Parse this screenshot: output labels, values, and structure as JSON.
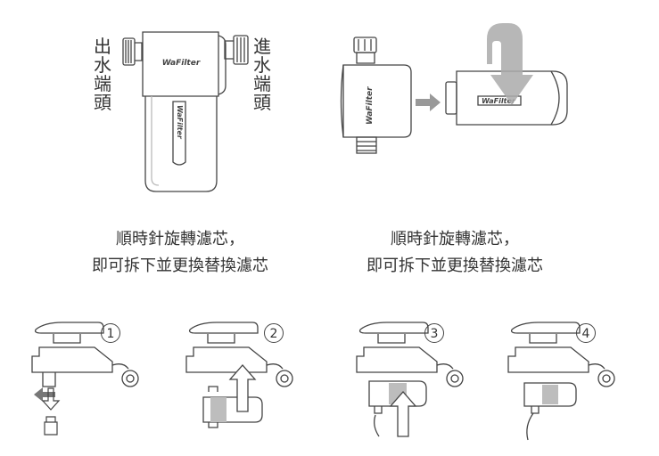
{
  "labels": {
    "outlet": [
      "出",
      "水",
      "端",
      "頭"
    ],
    "inlet": [
      "進",
      "水",
      "端",
      "頭"
    ]
  },
  "brand": "WaFilter",
  "captions": {
    "left": {
      "line1": "順時針旋轉濾芯，",
      "line2": "即可拆下並更換替換濾芯"
    },
    "right": {
      "line1": "順時針旋轉濾芯，",
      "line2": "即可拆下並更換替換濾芯"
    }
  },
  "steps": [
    "1",
    "2",
    "3",
    "4"
  ],
  "colors": {
    "line": "#444444",
    "arrow_gray": "#999999",
    "filter_gray": "#bdbdbd"
  }
}
